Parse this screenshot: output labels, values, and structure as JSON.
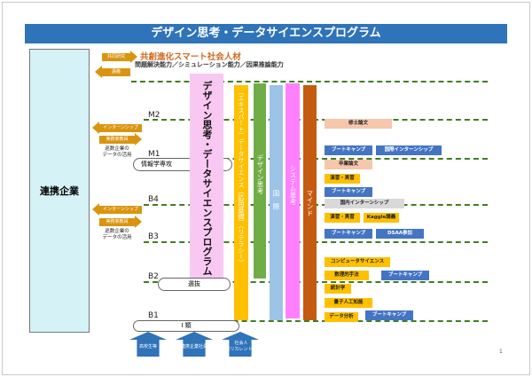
{
  "title": "デザイン思考・データサイエンスプログラム",
  "company": "連携企業",
  "goal": {
    "title": "共創進化スマート社会人材",
    "subtitle": "問題解決能力／シミュレーション能力／因果推論能力"
  },
  "side_arrows": {
    "kyodo": "共同研究",
    "kogi": "講義",
    "intern": "インターンシップ",
    "jitsumu1": "実務家教員",
    "jitsumu2": "実務家教員",
    "data_use1": "巡数企業の\nデータの活用",
    "data_use2": "巡数企業の\nデータの活用"
  },
  "levels": {
    "m2": "M2",
    "m1": "M1",
    "b4": "B4",
    "b3": "B3",
    "b2": "B2",
    "b1": "B1"
  },
  "pills": {
    "joho": "情報学専攻",
    "senbatsu": "選抜",
    "irui": "Ⅰ 類"
  },
  "columns": {
    "program": "デザイン思考・データサイエンスプログラム",
    "yellow": "（エキスパート）データサイエンス（応用基礎）（リテラシー）",
    "green": "デザイン思考",
    "blue": "国　際",
    "pink": "システム思考",
    "orange": "マインド"
  },
  "tags": {
    "shushi": "修士論文",
    "bootcamp_m1": "ブートキャンプ",
    "kokusai_intern": "国際インターンシップ",
    "sotsugyo": "卒業論文",
    "ensyu_b4": "演習・実習",
    "bootcamp_b4": "ブートキャンプ",
    "kokunai_intern": "国内インターンシップ",
    "ensyu_b3": "演習・実習",
    "kaggle": "Kaggle講義",
    "bootcamp_b3": "ブートキャンプ",
    "dsaa": "DSAA参加",
    "cs": "コンピュータサイエンス",
    "suri": "数理的手法",
    "bootcamp_b2": "ブートキャンプ",
    "tokei": "統計学",
    "ryoshi": "量子人工知能",
    "data_bunseki": "データ分析",
    "bootcamp_b1": "ブートキャンプ"
  },
  "bottom": {
    "a": "高校生等",
    "b": "連携企業社員",
    "c": "社会人\n（リカレント）"
  },
  "page_number": "1",
  "colors": {
    "header": "#2f73b8",
    "company_bg": "#d5f2f6",
    "dash": "#3f7f1f",
    "arrow": "#d9950f",
    "program": "#f9c8f2",
    "yellow": "#ffc000",
    "green": "#70ad47",
    "blue": "#9dc3e6",
    "pink": "#ff80ff",
    "orange": "#c55a11"
  }
}
